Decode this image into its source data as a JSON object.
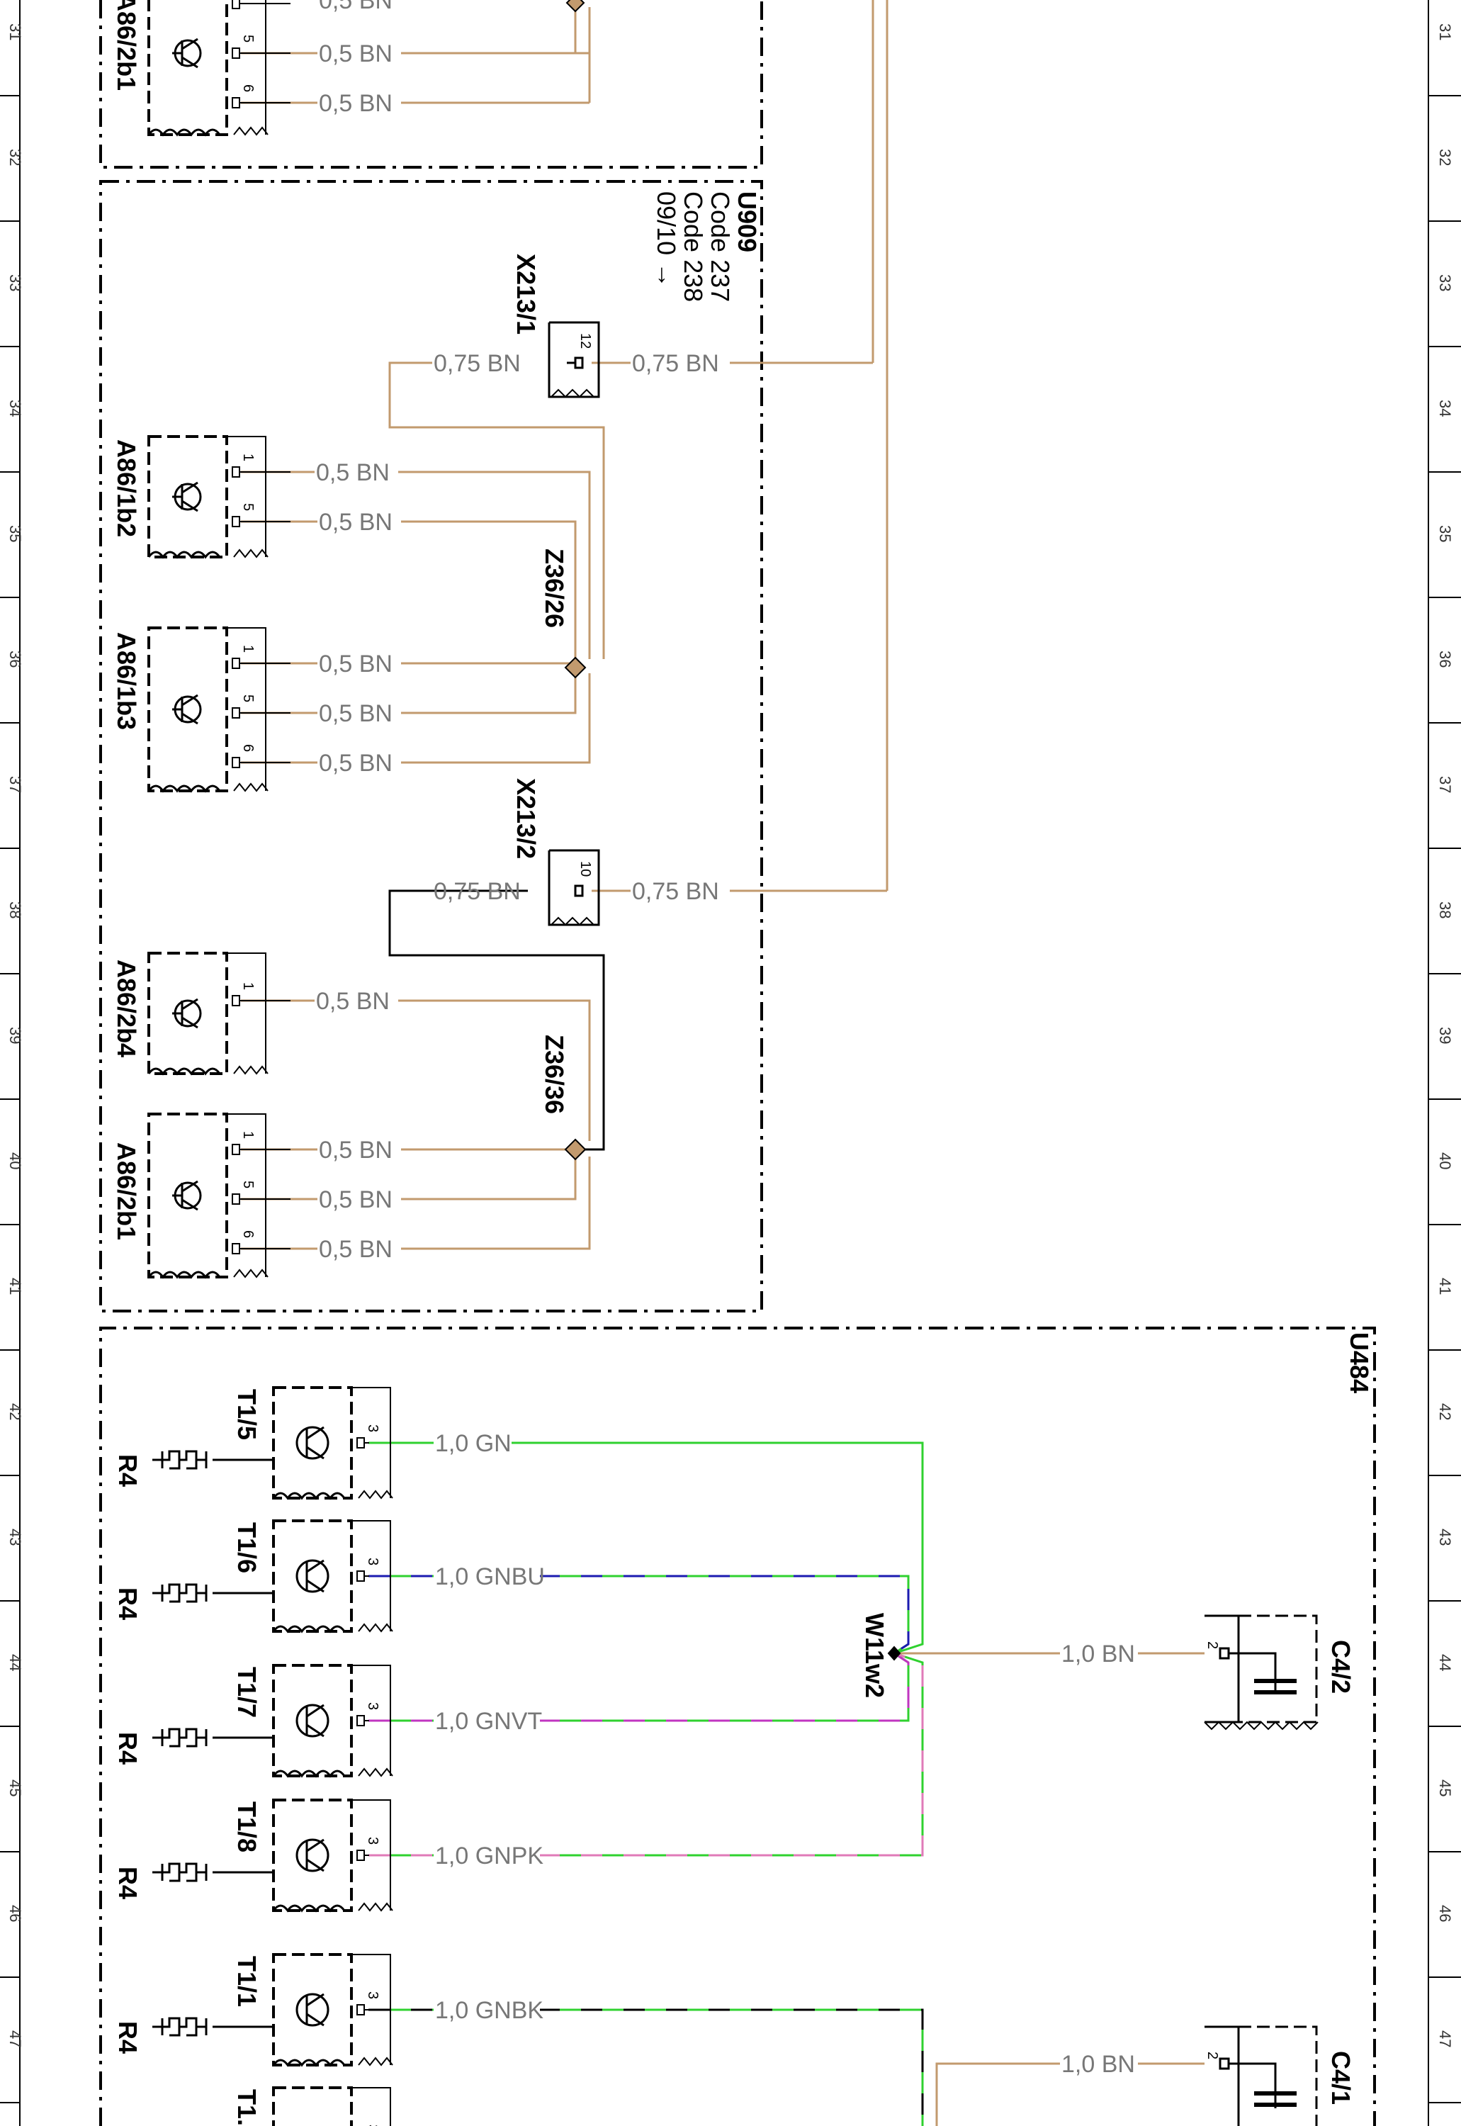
{
  "grid": {
    "rows": [
      "31",
      "32",
      "33",
      "34",
      "35",
      "36",
      "37",
      "38",
      "39",
      "40",
      "41",
      "42",
      "43",
      "44",
      "45",
      "46",
      "47"
    ]
  },
  "colors": {
    "BN": "#c29a6e",
    "GN": "#2fd12f",
    "BU": "#1b1bb0",
    "VT": "#c035c0",
    "PK": "#e07ab8",
    "BK": "#000000",
    "frame": "#000000"
  },
  "boxes": {
    "u909": {
      "code": "U909",
      "line1": "Code 237",
      "line2": "Code 238",
      "line3": "09/10 →"
    },
    "u484": {
      "code": "U484"
    }
  },
  "components": {
    "top_a86_2b1": "A86/2b1",
    "a86_1b2": "A86/1b2",
    "a86_1b3": "A86/1b3",
    "a86_2b4": "A86/2b4",
    "a86_2b1": "A86/2b1",
    "x213_1": "X213/1",
    "x213_2": "X213/2",
    "z36_26": "Z36/26",
    "z36_36": "Z36/36",
    "t1_5": "T1/5",
    "t1_6": "T1/6",
    "t1_7": "T1/7",
    "t1_8": "T1/8",
    "t1_1": "T1/1",
    "t1_partial": "T1.",
    "r4": "R4",
    "w11w2": "W11w2",
    "c4_2": "C4/2",
    "c4_1": "C4/1"
  },
  "wires": {
    "bn_05": "0,5 BN",
    "bn_075": "0,75 BN",
    "bn_10": "1,0 BN",
    "gn_10": "1,0 GN",
    "gnbu_10": "1,0 GNBU",
    "gnvt_10": "1,0 GNVT",
    "gnpk_10": "1,0 GNPK",
    "gnbk_10": "1,0 GNBK"
  },
  "pins": {
    "p1": "1",
    "p2": "2",
    "p3": "3",
    "p5": "5",
    "p6": "6",
    "p10": "10",
    "p12": "12"
  }
}
